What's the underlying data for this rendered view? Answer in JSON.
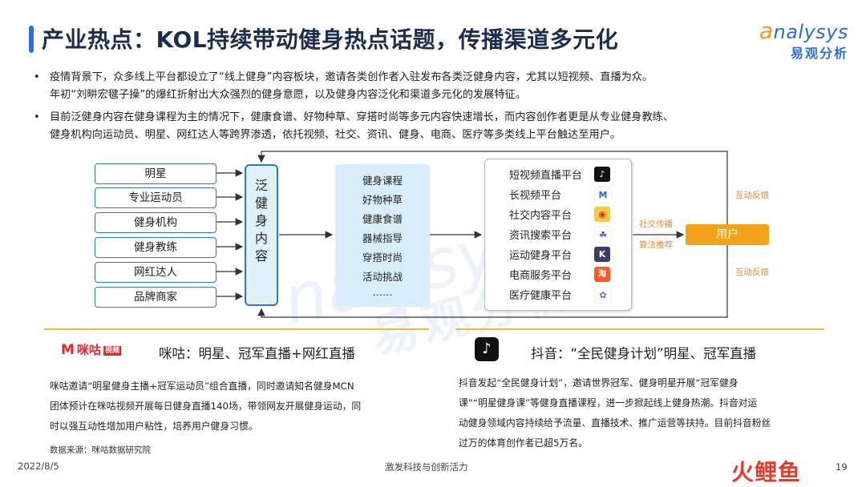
{
  "header": {
    "title": "产业热点：KOL持续带动健身热点话题，传播渠道多元化",
    "logo_en_first": "a",
    "logo_en_rest": "nalysys",
    "logo_cn": "易观分析"
  },
  "bullets": [
    {
      "line1": "疫情背景下，众多线上平台都设立了“线上健身”内容板块，邀请各类创作者入驻发布各类泛健身内容，尤其以短视频、直播为众。",
      "line2": "年初“刘畊宏毽子操”的爆红折射出大众强烈的健身意愿，以及健身内容泛化和渠道多元化的发展特征。"
    },
    {
      "line1": "目前泛健身内容在健身课程为主的情况下，健康食谱、好物种草、穿搭时尚等多元内容快速增长，而内容创作者更是从专业健身教练、",
      "line2": "健身机构向运动员、明星、网红达人等跨界渗透，依托视频、社交、资讯、健身、电商、医疗等多类线上平台触达至用户。"
    }
  ],
  "watermark": {
    "en": "nalysys",
    "cn": "易观分析"
  },
  "diagram": {
    "sources": [
      "明星",
      "专业运动员",
      "健身机构",
      "健身教练",
      "网红达人",
      "品牌商家"
    ],
    "pan_label": [
      "泛",
      "健",
      "身",
      "内",
      "容"
    ],
    "content_items": [
      "健身课程",
      "好物种草",
      "健康食谱",
      "器械指导",
      "穿搭时尚",
      "活动挑战",
      "……"
    ],
    "platforms": [
      {
        "label": "短视频直播平台",
        "icon": "douyin-icon",
        "glyph": "♪",
        "color": "#111111"
      },
      {
        "label": "长视频平台",
        "icon": "migu-icon",
        "glyph": "M",
        "color": "#ffffff"
      },
      {
        "label": "社交内容平台",
        "icon": "weibo-icon",
        "glyph": "◉",
        "color": "#f7c948"
      },
      {
        "label": "资讯搜索平台",
        "icon": "baidu-icon",
        "glyph": "☘",
        "color": "#ffffff"
      },
      {
        "label": "运动健身平台",
        "icon": "keep-icon",
        "glyph": "K",
        "color": "#3b3b66"
      },
      {
        "label": "电商服务平台",
        "icon": "taobao-icon",
        "glyph": "淘",
        "color": "#ff5a1f"
      },
      {
        "label": "医疗健康平台",
        "icon": "health-icon",
        "glyph": "✿",
        "color": "#ffffff"
      }
    ],
    "social_spread": "社交传播",
    "algo_recommend": "算法推荐",
    "user": "用户",
    "feedback_top": "互动反馈",
    "feedback_bottom": "互动反馈"
  },
  "left_section": {
    "logo_text": "咪咕",
    "logo_sub": "视频",
    "title": "咪咕：明星、冠军直播+网红直播",
    "para_lines": [
      "咪咕邀请“明星健身主播+冠军运动员”组合直播，同时邀请知名健身MCN",
      "团体预计在咪咕视频开展每日健身直播140场，带领网友开展健身运动，同",
      "时以强互动性增加用户粘性，培养用户健身习惯。"
    ],
    "source": "数据来源：咪咕数据研究院"
  },
  "right_section": {
    "title": "抖音：“全民健身计划”明星、冠军直播",
    "para_lines": [
      "抖音发起“全民健身计划”，邀请世界冠军、健身明星开展“冠军健身",
      "课”“明星健身课”等健身直播课程，进一步掀起线上健身热潮。抖音对运",
      "动健身领域内容持续给予流量、直播技术、推广运营等扶持。目前抖音粉丝",
      "过万的体育创作者已超5万名。"
    ]
  },
  "footer": {
    "date": "2022/8/5",
    "slogan": "激发科技与创新活力",
    "page": "19",
    "brand": "火鲤鱼"
  },
  "colors": {
    "accent": "#2b6fd6",
    "orange": "#f5a21b",
    "gold_line": "#f2b733"
  }
}
